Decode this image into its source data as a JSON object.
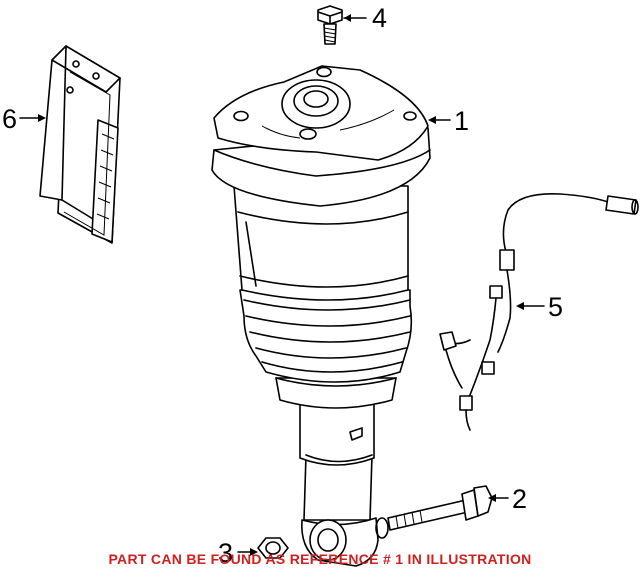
{
  "callouts": [
    {
      "id": "1",
      "label": "1"
    },
    {
      "id": "2",
      "label": "2"
    },
    {
      "id": "3",
      "label": "3"
    },
    {
      "id": "4",
      "label": "4"
    },
    {
      "id": "5",
      "label": "5"
    },
    {
      "id": "6",
      "label": "6"
    }
  ],
  "footer": {
    "note": "PART CAN BE FOUND AS REFERENCE # 1 IN ILLUSTRATION",
    "color": "#d0201e"
  }
}
